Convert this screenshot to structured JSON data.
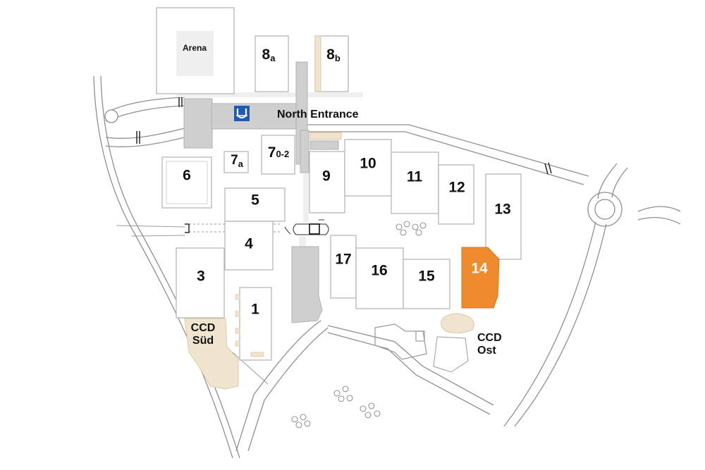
{
  "map": {
    "halls": {
      "arena": "Arena",
      "h8a": "8",
      "h8a_sub": "a",
      "h8b": "8",
      "h8b_sub": "b",
      "h7a": "7",
      "h7a_sub": "a",
      "h7": "7",
      "h7_sub": "0-2",
      "h6": "6",
      "h5": "5",
      "h4": "4",
      "h3": "3",
      "h1": "1",
      "h9": "9",
      "h10": "10",
      "h11": "11",
      "h12": "12",
      "h13": "13",
      "h14": "14",
      "h15": "15",
      "h16": "16",
      "h17": "17"
    },
    "entrance": "North Entrance",
    "ccd_sued": [
      "CCD",
      "Süd"
    ],
    "ccd_ost": [
      "CCD",
      "Ost"
    ],
    "highlighted_hall": "14",
    "colors": {
      "highlight": "#ef8a2e",
      "transit_badge": "#1f5bab",
      "ccd": "#f1e4cf",
      "walkway": "#cfcfcf"
    },
    "icons": [
      "u-bahn-icon",
      "parking-icon",
      "roundabout-icon",
      "tree-icon"
    ]
  }
}
